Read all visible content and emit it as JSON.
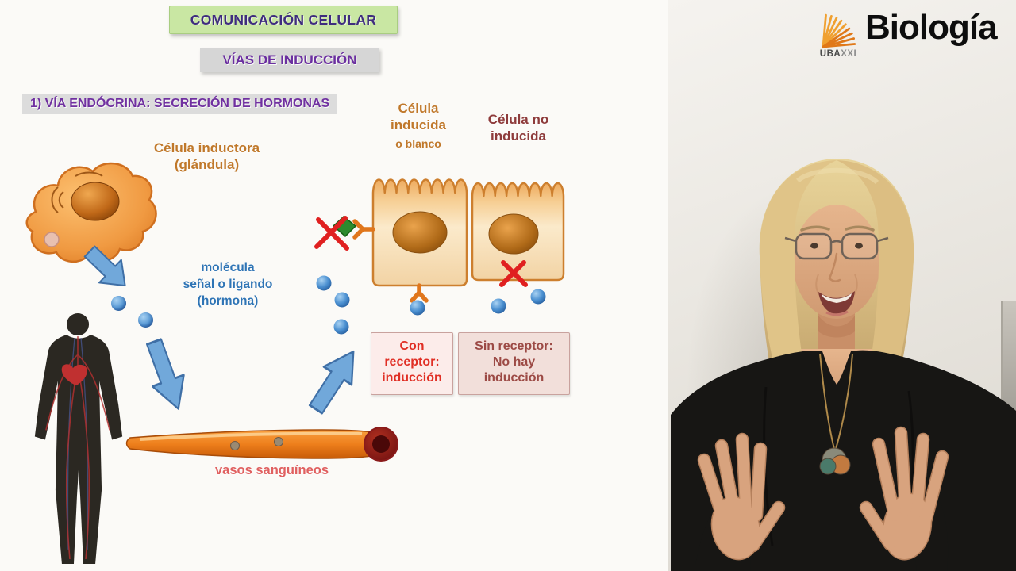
{
  "colors": {
    "title_bg": "#c9e7a3",
    "title_text": "#3f2d7e",
    "purple_accent": "#7030a0",
    "orange_label": "#c0782a",
    "blue_label": "#2e74b5",
    "dark_red_label": "#8e3b3b",
    "red_accent": "#e02f25",
    "arrow_blue": "#71a8da",
    "vessel_orange": "#ee7f1c",
    "hormone_blue": "#4a8fd0",
    "brand_text": "#0d0d0d"
  },
  "header": {
    "title": "COMUNICACIÓN CELULAR",
    "subtitle": "VÍAS DE INDUCCIÓN"
  },
  "brand": {
    "logo_uba": "UBA",
    "logo_xxi": "XXI",
    "name": "Biología"
  },
  "diagram": {
    "section_title": "1) VÍA ENDÓCRINA: SECRECIÓN DE HORMONAS",
    "inducer_label": "Célula inductora\n(glándula)",
    "signal_label": "molécula\nseñal o ligando\n(hormona)",
    "induced_label": "Célula\ninducida",
    "induced_sublabel": "o blanco",
    "not_induced_label": "Célula  no\ninducida",
    "with_receptor": "Con\nreceptor:\ninducción",
    "without_receptor": "Sin receptor:\nNo hay\ninducción",
    "vessels_label": "vasos sanguíneos"
  }
}
